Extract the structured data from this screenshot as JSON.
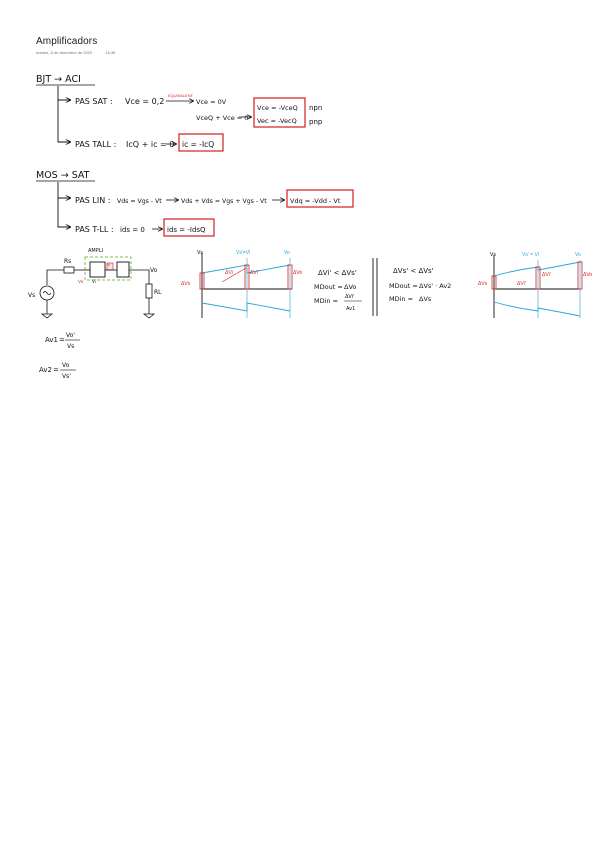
{
  "page": {
    "title": "Amplificadors",
    "date": "martes, 8 de diciembre de 2020",
    "time": "16:38"
  },
  "bjt": {
    "header": "BJT → ACI",
    "sat_label": "PAS SAT :",
    "sat_eq": "Vce = 0,2",
    "equivalent": "EQUIVALENT",
    "sat_result1": "Vce = 0V",
    "sat_result2": "VceQ + Vce = 0",
    "box1_line1": "Vce = -VceQ",
    "box1_line2": "Vec = -VecQ",
    "npn": "npn",
    "pnp": "pnp",
    "tall_label": "PAS TALL :",
    "tall_eq": "IcQ + ic = 0",
    "tall_box": "ic = -IcQ"
  },
  "mos": {
    "header": "MOS → SAT",
    "lin_label": "PAS LIN :",
    "lin_eq1": "Vds = Vgs - Vt",
    "lin_eq2": "Vds + Vds = Vgs + Vgs - Vt",
    "lin_box": "Vdq = -Vdd - Vt",
    "tll_label": "PAS T-LL :",
    "tll_eq": "ids = 0",
    "tll_box": "ids = -IdsQ"
  },
  "circuit": {
    "ampli": "AMPLI",
    "rs": "Rs",
    "vs": "Vs",
    "vi": "Vi",
    "vo": "Vo",
    "rl": "RL",
    "vs_red": "Vs",
    "vi_red": "Vi"
  },
  "gains": {
    "av1_lhs": "Av1",
    "av1_num": "Vo'",
    "av1_den": "Vs",
    "av2_lhs": "Av2",
    "av2_num": "Vo",
    "av2_den": "Vs'"
  },
  "graph_left": {
    "vs_label": "Vs",
    "vs_vi_label": "Vs'=Vi",
    "vo_label": "Vo",
    "dvs": "ΔVs",
    "dvi": "ΔVi",
    "dvi2": "ΔVi'",
    "dvo": "ΔVo"
  },
  "left_eqs": {
    "cond": "ΔVi' < ΔVs'",
    "md_out_lhs": "MDout =",
    "md_out_rhs": "ΔVo",
    "md_in_lhs": "MDin =",
    "md_in_num": "ΔVi'",
    "md_in_den": "Av1"
  },
  "right_eqs": {
    "cond": "ΔVs' < ΔVs'",
    "md_out_lhs": "MDout =",
    "md_out_rhs": "ΔVs' · Av2",
    "md_in_lhs": "MDin =",
    "md_in_rhs": "ΔVs"
  },
  "graph_right": {
    "vs_label": "Vs",
    "vs_vi_label": "Vs' = Vi",
    "vo_label": "Vo",
    "dvs": "ΔVs",
    "dvi": "ΔVi'",
    "dvi2": "ΔVi'",
    "dvo": "ΔVo"
  },
  "colors": {
    "ink": "#111111",
    "red": "#d32020",
    "blue": "#27a6d9",
    "green": "#7cc04a"
  }
}
